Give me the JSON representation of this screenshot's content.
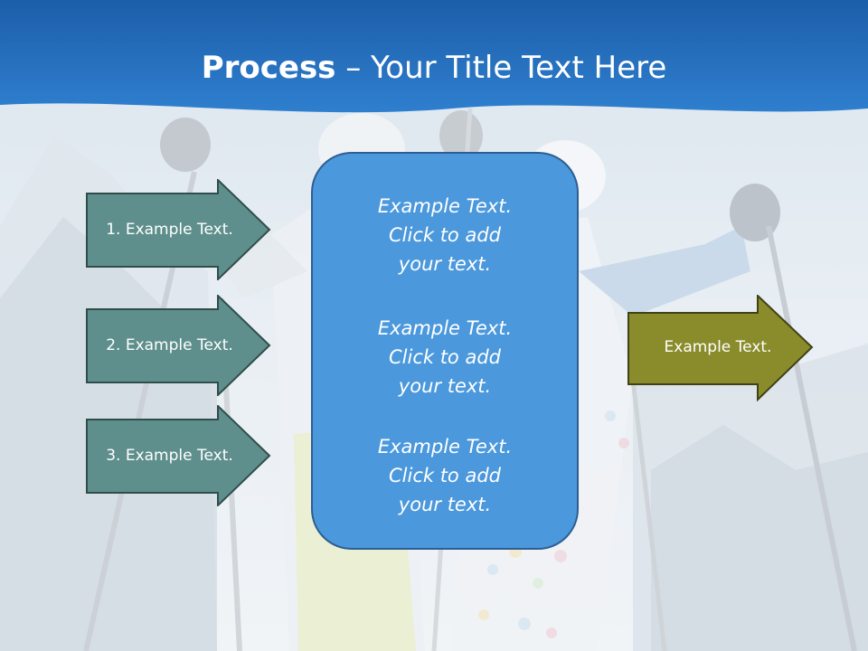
{
  "slide": {
    "title_bold": "Process",
    "title_rest": " – Your Title Text Here"
  },
  "left_arrows": [
    {
      "label": "1. Example Text."
    },
    {
      "label": "2. Example Text."
    },
    {
      "label": "3. Example Text."
    }
  ],
  "right_arrow": {
    "label": "Example Text."
  },
  "center_panel": {
    "blocks": [
      {
        "lines": [
          "Example Text.",
          "Click  to add",
          "your text."
        ]
      },
      {
        "lines": [
          "Example Text.",
          "Click  to add",
          "your text."
        ]
      },
      {
        "lines": [
          "Example Text.",
          "Click  to add",
          "your text."
        ]
      }
    ]
  },
  "colors": {
    "header_blue": "#2a74c0",
    "panel_blue": "#4b98dc",
    "panel_border": "#2d5e92",
    "arrow_teal": "#5f8f8c",
    "arrow_teal_border": "#2f4d4b",
    "arrow_olive": "#8a8c2c",
    "arrow_olive_border": "#3f4215"
  }
}
